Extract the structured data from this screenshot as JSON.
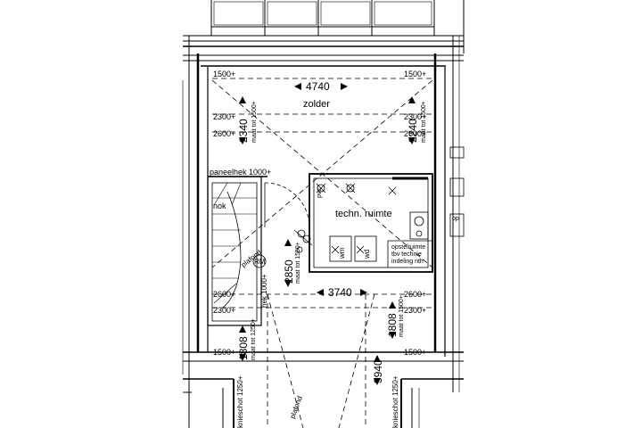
{
  "plan": {
    "room_name": "zolder",
    "tech_room": "techn. ruimte",
    "dims": {
      "width_top": "4740",
      "width_mid": "3740",
      "height_left": "2340",
      "height_right": "2240",
      "height_center": "2850",
      "height_right_lower": "1808",
      "height_left_lower": "1808",
      "height_bottom_right": "3940",
      "note_1500": "maat tot 1500+",
      "note_1550": "maat tot 1550+",
      "note_1250": "maat tot 1250+"
    },
    "levels": {
      "l1500": "1500+",
      "l2300": "2300+",
      "l2600": "2600+"
    },
    "labels": {
      "paneelhek": "paneelhek 1000+",
      "nok": "nok",
      "plafond": "plafond",
      "rm": "RM",
      "hek": "hek 1000+",
      "wm": "wm",
      "wd": "wd",
      "pvc": "pvc",
      "opstel": [
        "opstelruimte",
        "tbv technie",
        "indeling nth"
      ],
      "knieschot": "knieschot 1250+",
      "op": "op"
    }
  }
}
